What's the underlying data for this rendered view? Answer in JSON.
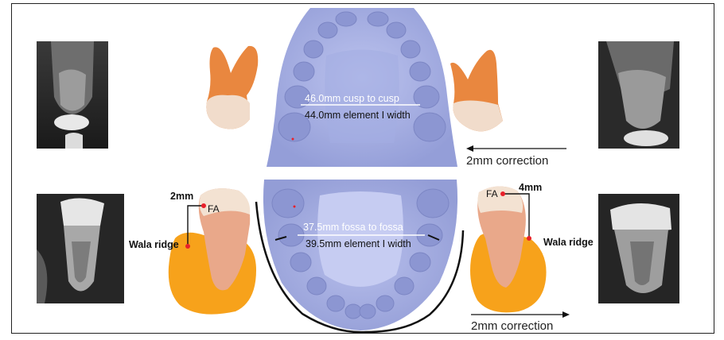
{
  "labels": {
    "upper_white": "46.0mm cusp to cusp",
    "upper_dark": "44.0mm element I width",
    "lower_white": "37.5mm fossa to fossa",
    "lower_dark": "39.5mm element I width",
    "correction_upper": "2mm correction",
    "correction_lower": "2mm correction",
    "left_mm": "2mm",
    "right_mm": "4mm",
    "left_fa": "FA",
    "right_fa": "FA",
    "left_wala": "Wala ridge",
    "right_wala": "Wala ridge"
  },
  "colors": {
    "arch_blue": "#aeb6e6",
    "tooth_orange": "#e9873f",
    "wala_orange": "#f7a21b",
    "marker_red": "#e8202a"
  }
}
